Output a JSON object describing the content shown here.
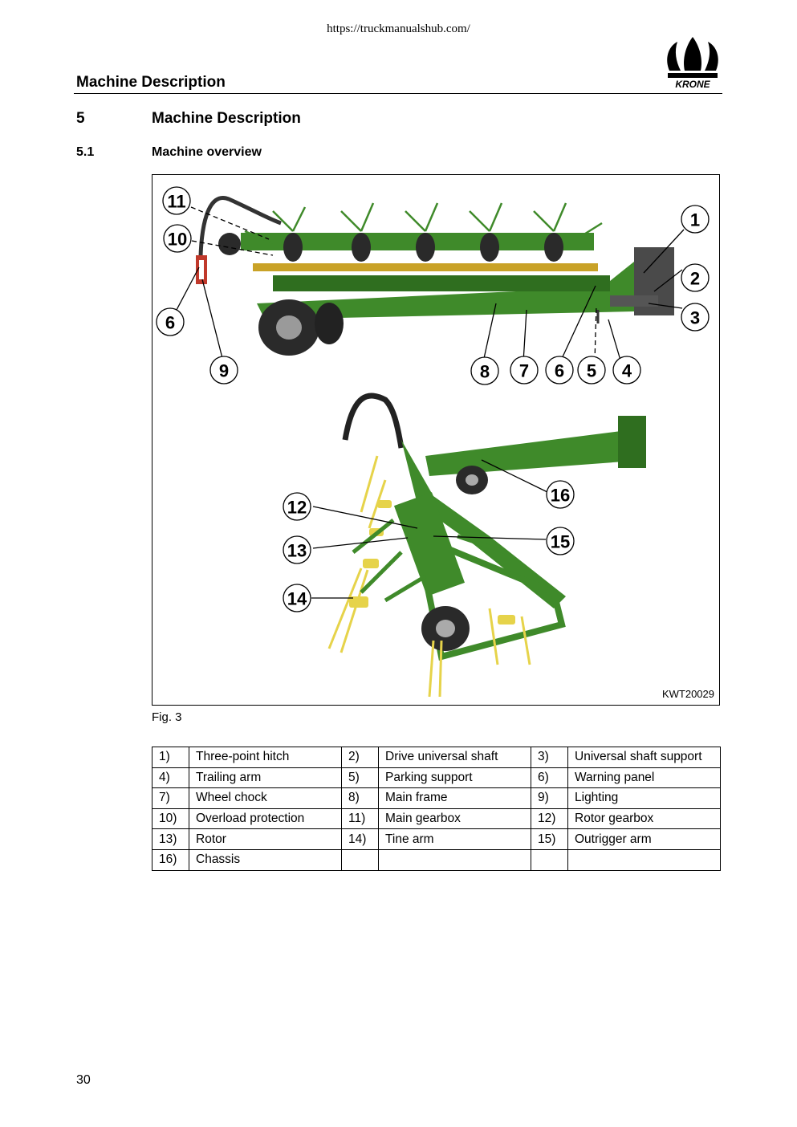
{
  "header": {
    "url": "https://truckmanualshub.com/",
    "title": "Machine Description",
    "logo_text": "KRONE"
  },
  "section": {
    "number": "5",
    "title": "Machine Description"
  },
  "subsection": {
    "number": "5.1",
    "title": "Machine overview"
  },
  "figure": {
    "image_id": "KWT20029",
    "caption": "Fig. 3",
    "callouts": [
      "1",
      "2",
      "3",
      "4",
      "5",
      "6",
      "6",
      "7",
      "8",
      "9",
      "10",
      "11",
      "12",
      "13",
      "14",
      "15",
      "16"
    ],
    "colors": {
      "machine_green": "#3f8a2a",
      "tine_yellow": "#e6d34a",
      "tyre": "#2a2a2a"
    }
  },
  "legend": {
    "rows": [
      [
        {
          "num": "1)",
          "label": "Three-point hitch"
        },
        {
          "num": "2)",
          "label": "Drive universal shaft"
        },
        {
          "num": "3)",
          "label": "Universal shaft support"
        }
      ],
      [
        {
          "num": "4)",
          "label": "Trailing arm"
        },
        {
          "num": "5)",
          "label": "Parking support"
        },
        {
          "num": "6)",
          "label": "Warning panel"
        }
      ],
      [
        {
          "num": "7)",
          "label": "Wheel chock"
        },
        {
          "num": "8)",
          "label": "Main frame"
        },
        {
          "num": "9)",
          "label": "Lighting"
        }
      ],
      [
        {
          "num": "10)",
          "label": "Overload protection"
        },
        {
          "num": "11)",
          "label": "Main gearbox"
        },
        {
          "num": "12)",
          "label": "Rotor gearbox"
        }
      ],
      [
        {
          "num": "13)",
          "label": "Rotor"
        },
        {
          "num": "14)",
          "label": "Tine arm"
        },
        {
          "num": "15)",
          "label": "Outrigger arm"
        }
      ],
      [
        {
          "num": "16)",
          "label": "Chassis"
        },
        {
          "num": "",
          "label": ""
        },
        {
          "num": "",
          "label": ""
        }
      ]
    ]
  },
  "page": {
    "number": "30"
  }
}
